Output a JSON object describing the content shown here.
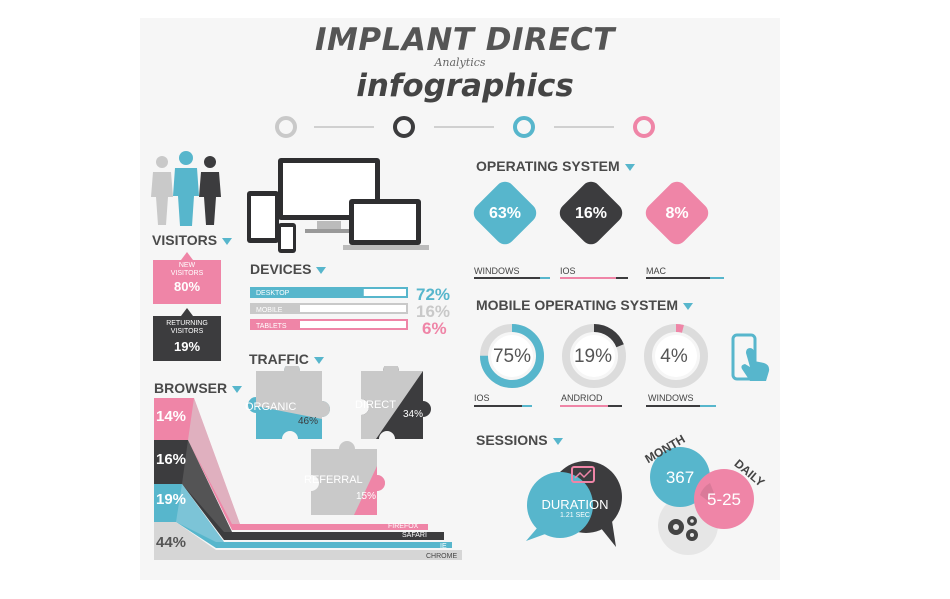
{
  "title": "IMPLANT DIRECT",
  "subtitle": "Analytics",
  "title2": "infographics",
  "colors": {
    "blue": "#57b6cc",
    "pink": "#ef85a7",
    "dark": "#3c3c3e",
    "gray": "#c9c9c9"
  },
  "visitors": {
    "header": "VISITORS",
    "new_label_1": "NEW",
    "new_label_2": "VISITORS",
    "new_value": "80%",
    "returning_label_1": "RETURNING",
    "returning_label_2": "VISITORS",
    "returning_value": "19%"
  },
  "devices": {
    "header": "DEVICES",
    "items": [
      {
        "label": "DESKTOP",
        "value": "72%",
        "fraction": 0.72
      },
      {
        "label": "MOBILE",
        "value": "16%",
        "fraction": 0.16
      },
      {
        "label": "TABLETS",
        "value": "6%",
        "fraction": 0.06
      }
    ]
  },
  "traffic": {
    "header": "TRAFFIC",
    "organic_label": "ORGANIC",
    "organic_value": "46%",
    "direct_label": "DIRECT",
    "direct_value": "34%",
    "referral_label": "REFERRAL",
    "referral_value": "15%"
  },
  "browser": {
    "header": "BROWSER",
    "items": [
      {
        "value": "14%",
        "name": "FIREFOX"
      },
      {
        "value": "16%",
        "name": "SAFARI"
      },
      {
        "value": "19%",
        "name": "IE"
      },
      {
        "value": "44%",
        "name": "CHROME"
      }
    ]
  },
  "os": {
    "header": "OPERATING SYSTEM",
    "items": [
      {
        "value": "63%",
        "name": "WINDOWS"
      },
      {
        "value": "16%",
        "name": "IOS"
      },
      {
        "value": "8%",
        "name": "MAC"
      }
    ]
  },
  "mobile_os": {
    "header": "MOBILE OPERATING SYSTEM",
    "items": [
      {
        "value": "75%",
        "name": "IOS",
        "fraction": 0.75
      },
      {
        "value": "19%",
        "name": "ANDRIOD",
        "fraction": 0.19
      },
      {
        "value": "4%",
        "name": "WINDOWS",
        "fraction": 0.04
      }
    ]
  },
  "sessions": {
    "header": "SESSIONS",
    "duration_label": "DURATION",
    "duration_value": "1.21 SEC",
    "month_label": "MONTH",
    "month_value": "367",
    "daily_label": "DAILY",
    "daily_value": "5-25"
  },
  "icons": [
    "people-icon",
    "devices-icon",
    "touch-phone-icon",
    "chart-screen-icon",
    "gears-icon"
  ]
}
